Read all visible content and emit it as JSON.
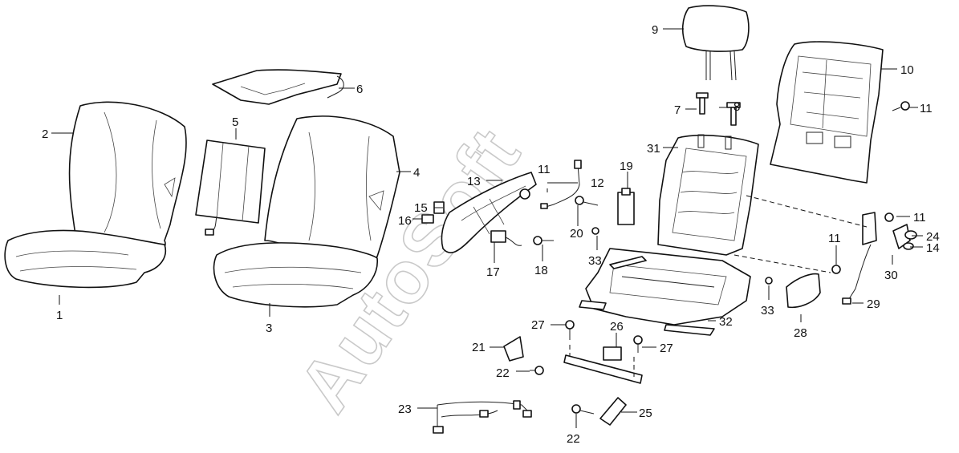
{
  "watermark": "AutoSoft",
  "callouts": [
    {
      "key": "c1",
      "label": "1"
    },
    {
      "key": "c2",
      "label": "2"
    },
    {
      "key": "c3",
      "label": "3"
    },
    {
      "key": "c4",
      "label": "4"
    },
    {
      "key": "c5",
      "label": "5"
    },
    {
      "key": "c6",
      "label": "6"
    },
    {
      "key": "c7",
      "label": "7"
    },
    {
      "key": "c8",
      "label": "8"
    },
    {
      "key": "c9",
      "label": "9"
    },
    {
      "key": "c10",
      "label": "10"
    },
    {
      "key": "c11a",
      "label": "11"
    },
    {
      "key": "c11b",
      "label": "11"
    },
    {
      "key": "c11c",
      "label": "11"
    },
    {
      "key": "c11d",
      "label": "11"
    },
    {
      "key": "c12",
      "label": "12"
    },
    {
      "key": "c13",
      "label": "13"
    },
    {
      "key": "c14",
      "label": "14"
    },
    {
      "key": "c15",
      "label": "15"
    },
    {
      "key": "c16",
      "label": "16"
    },
    {
      "key": "c17",
      "label": "17"
    },
    {
      "key": "c18",
      "label": "18"
    },
    {
      "key": "c19",
      "label": "19"
    },
    {
      "key": "c20",
      "label": "20"
    },
    {
      "key": "c21",
      "label": "21"
    },
    {
      "key": "c22a",
      "label": "22"
    },
    {
      "key": "c22b",
      "label": "22"
    },
    {
      "key": "c23",
      "label": "23"
    },
    {
      "key": "c24",
      "label": "24"
    },
    {
      "key": "c25",
      "label": "25"
    },
    {
      "key": "c26",
      "label": "26"
    },
    {
      "key": "c27a",
      "label": "27"
    },
    {
      "key": "c27b",
      "label": "27"
    },
    {
      "key": "c28",
      "label": "28"
    },
    {
      "key": "c29",
      "label": "29"
    },
    {
      "key": "c30",
      "label": "30"
    },
    {
      "key": "c31",
      "label": "31"
    },
    {
      "key": "c32",
      "label": "32"
    },
    {
      "key": "c33a",
      "label": "33"
    },
    {
      "key": "c33b",
      "label": "33"
    }
  ]
}
